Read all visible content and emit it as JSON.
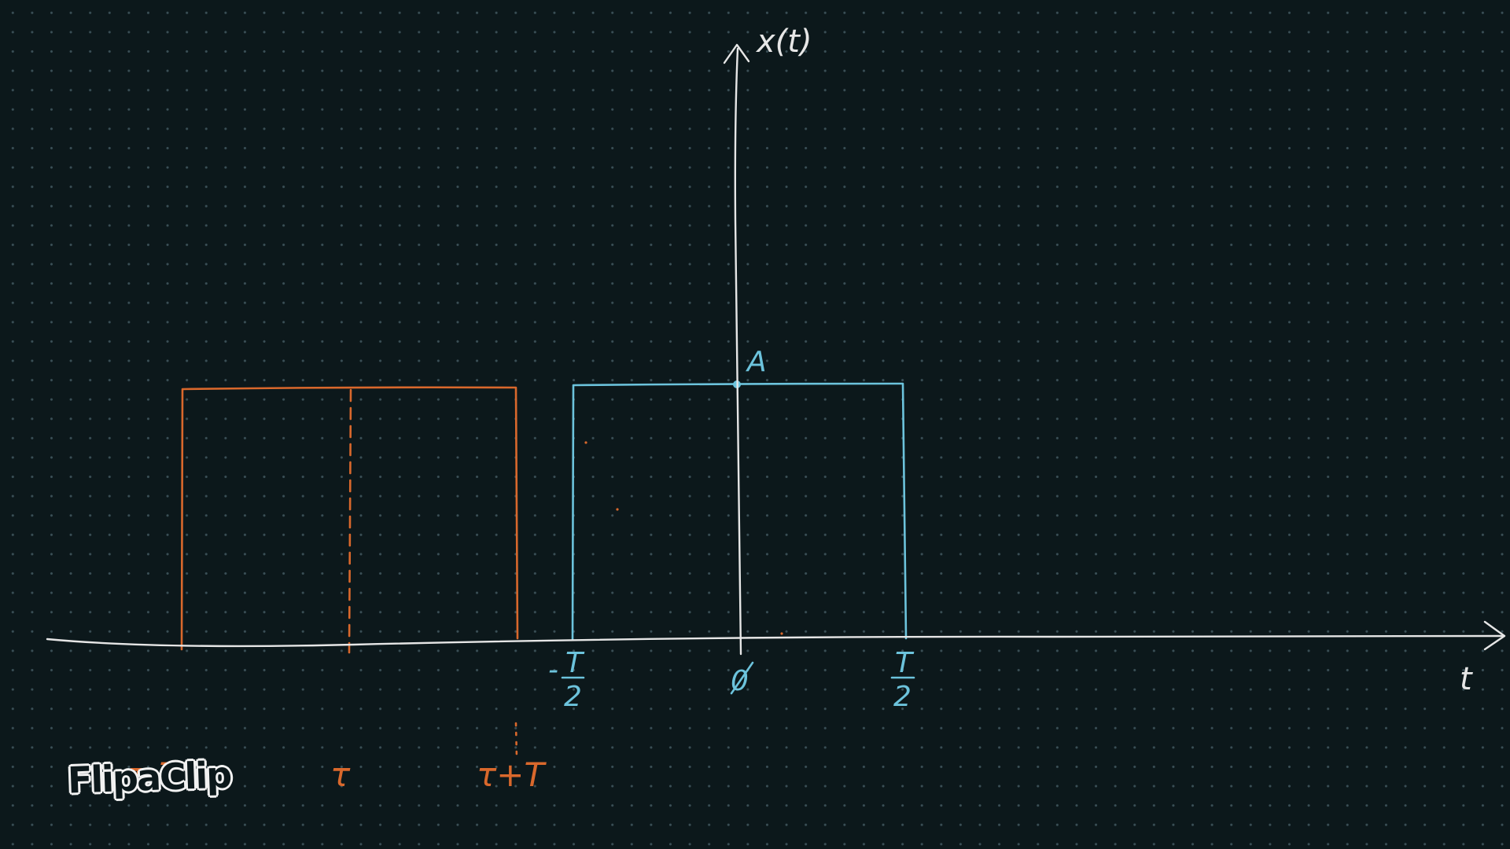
{
  "diagram": {
    "axis": {
      "y_label": "x(t)",
      "x_label": "t"
    },
    "blue_pulse": {
      "amplitude_label": "A",
      "left_tick": {
        "sign": "-",
        "num": "T",
        "den": "2"
      },
      "center_tick": "0",
      "right_tick": {
        "num": "T",
        "den": "2"
      },
      "color": "#6cc3dc"
    },
    "orange_pulse": {
      "left_tick": "τ-T",
      "center_tick": "τ",
      "right_tick": "τ+T",
      "color": "#d9682c"
    },
    "axis_color": "#e6e6e6",
    "background": "#0c181b"
  },
  "watermark": {
    "text": "FlipaClip"
  }
}
